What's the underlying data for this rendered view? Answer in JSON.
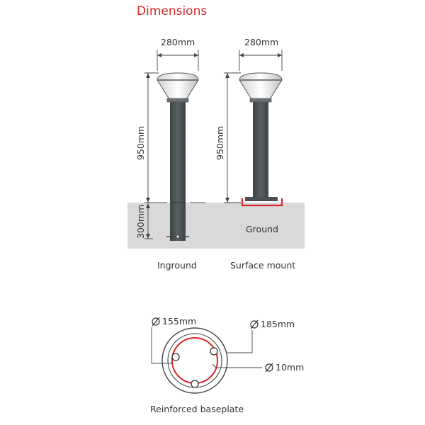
{
  "title": "Dimensions",
  "dimensions": {
    "inground_width": "280mm",
    "surface_width": "280mm",
    "inground_height": "950mm",
    "surface_height": "950mm",
    "burial_depth": "300mm"
  },
  "labels": {
    "ground": "Ground",
    "inground": "Inground",
    "surface_mount": "Surface mount",
    "baseplate": "Reinforced baseplate"
  },
  "baseplate": {
    "inner_diameter": "155mm",
    "outer_diameter": "185mm",
    "hole_diameter": "10mm"
  },
  "colors": {
    "accent_red": "#d8262a",
    "ground": "#d9d9d9",
    "post": "#4a4f52",
    "line": "#444444"
  }
}
